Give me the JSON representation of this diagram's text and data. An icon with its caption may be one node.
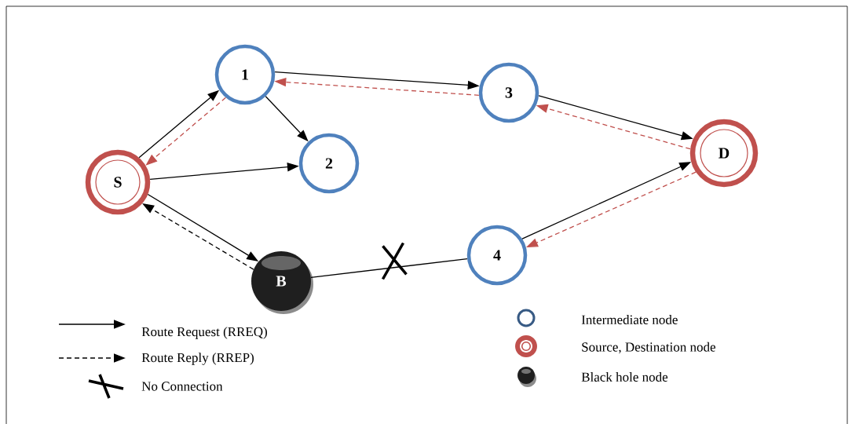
{
  "diagram": {
    "nodes": [
      {
        "text": [
          "S"
        ]
      },
      {
        "text": [
          "1"
        ]
      },
      {
        "text": [
          "2"
        ]
      },
      {
        "text": [
          "3"
        ]
      },
      {
        "text": [
          "4"
        ]
      },
      {
        "text": [
          "D"
        ]
      },
      {
        "text": [
          "B"
        ]
      }
    ],
    "edges": [
      {
        "from": 0,
        "to": 1,
        "arrow": "to"
      },
      {
        "from": 1,
        "to": 0,
        "arrow": "to",
        "style": "dashed",
        "color": "#c0504d"
      },
      {
        "from": 1,
        "to": 2,
        "arrow": "to"
      },
      {
        "from": 0,
        "to": 2,
        "arrow": "to"
      },
      {
        "from": 1,
        "to": 3,
        "arrow": "to"
      },
      {
        "from": 3,
        "to": 1,
        "arrow": "to",
        "style": "dashed",
        "color": "#c0504d"
      },
      {
        "from": 3,
        "to": 5,
        "arrow": "to"
      },
      {
        "from": 5,
        "to": 3,
        "arrow": "to",
        "style": "dashed",
        "color": "#c0504d"
      },
      {
        "from": 4,
        "to": 5,
        "arrow": "to"
      },
      {
        "from": 5,
        "to": 4,
        "arrow": "to",
        "style": "dashed",
        "color": "#c0504d"
      },
      {
        "from": 0,
        "to": 6,
        "arrow": "to"
      },
      {
        "from": 6,
        "to": 0,
        "arrow": "to",
        "style": "dashed"
      },
      {
        "from": 6,
        "to": 4,
        "arrow": "none"
      }
    ],
    "legend": [
      {
        "text": "Route Request (RREQ)"
      },
      {
        "text": "Route Reply (RREP)"
      },
      {
        "text": "No Connection"
      },
      {
        "text": "Intermediate node"
      },
      {
        "text": "Source, Destination node"
      },
      {
        "text": "Black hole node"
      }
    ]
  }
}
